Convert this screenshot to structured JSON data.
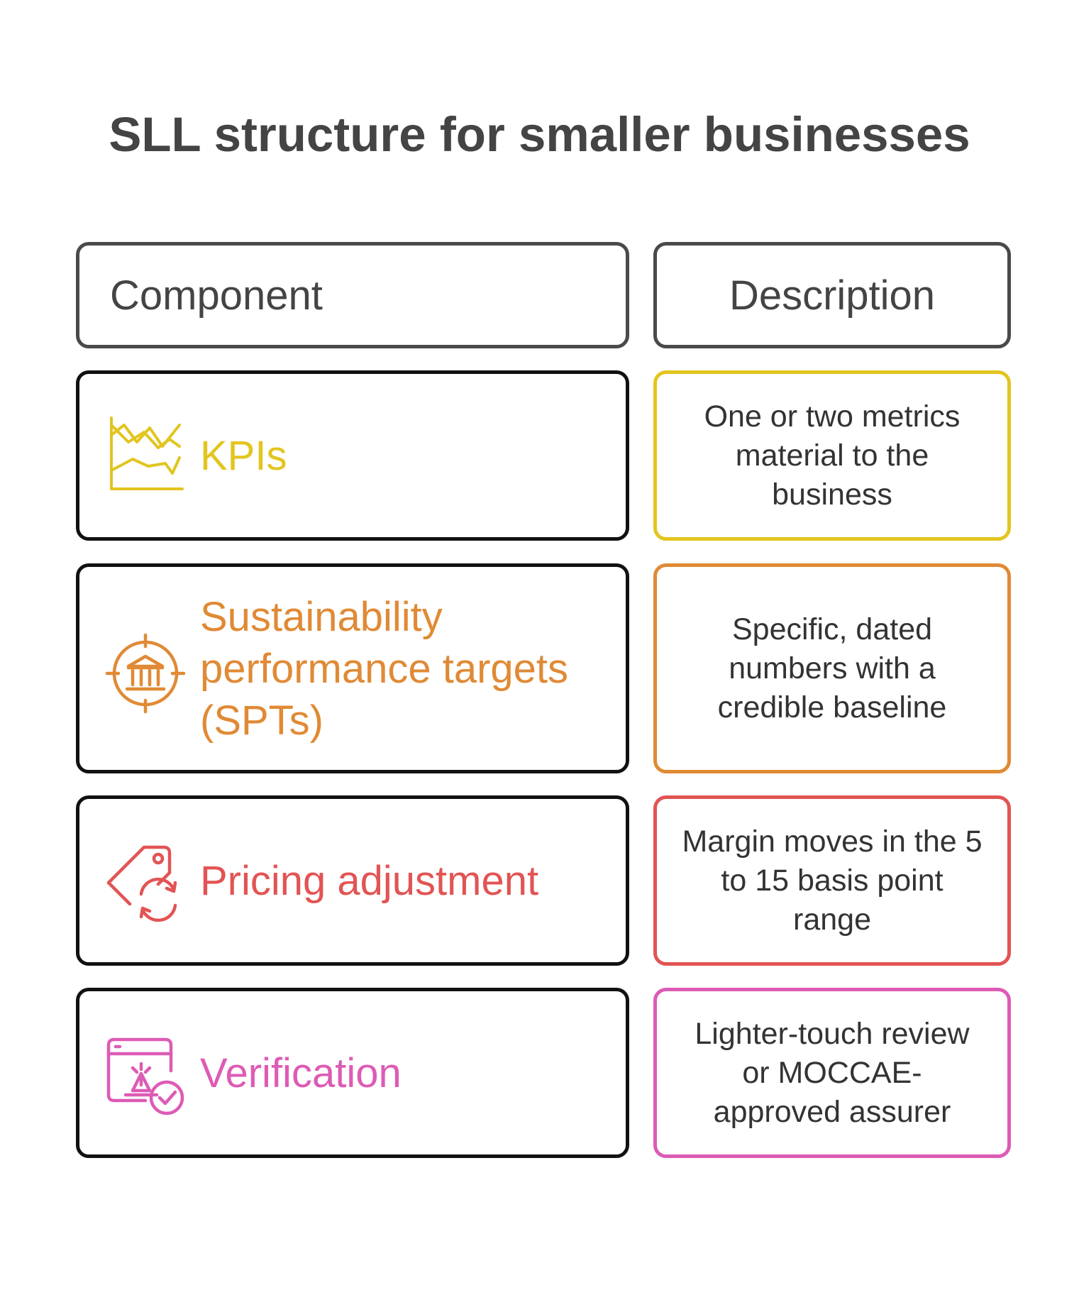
{
  "title": "SLL structure for smaller businesses",
  "header": {
    "component": "Component",
    "description": "Description"
  },
  "rows": [
    {
      "component": "KPIs",
      "description": "One or two metrics material to the business",
      "icon": "line-chart-icon",
      "color": "#E2C51F"
    },
    {
      "component": "Sustainability performance targets (SPTs)",
      "description": "Specific, dated numbers with a credible baseline",
      "icon": "target-bank-icon",
      "color": "#E08A35"
    },
    {
      "component": "Pricing adjustment",
      "description": "Margin moves in the 5 to 15 basis point range",
      "icon": "price-tag-refresh-icon",
      "color": "#E25454"
    },
    {
      "component": "Verification",
      "description": "Lighter-touch review or MOCCAE-approved assurer",
      "icon": "verified-document-icon",
      "color": "#DD5BB5"
    }
  ]
}
